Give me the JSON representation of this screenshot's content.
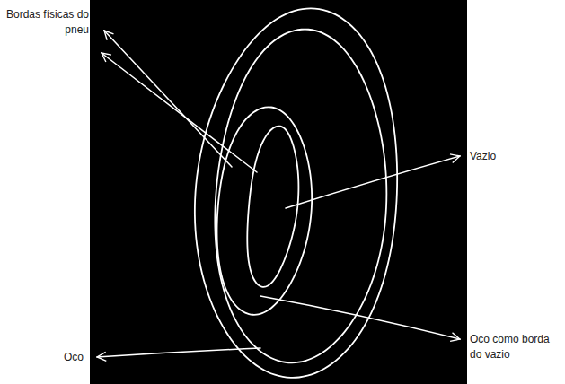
{
  "diagram": {
    "labels": [
      "Bordas físicas do pneu",
      "Vazio",
      "Oco como borda do vazio",
      "Oco"
    ]
  }
}
